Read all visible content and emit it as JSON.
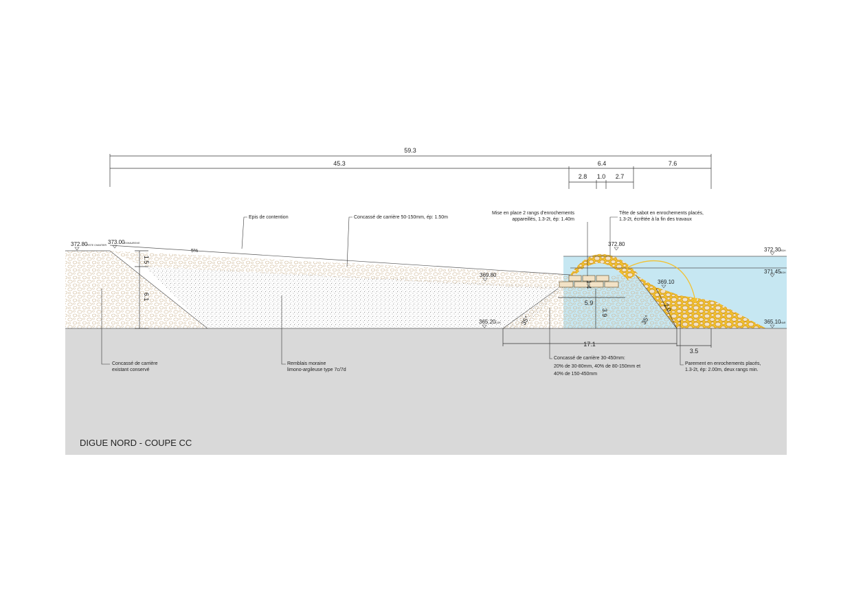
{
  "title": "DIGUE NORD - COUPE CC",
  "colors": {
    "ground": "#d9d9d9",
    "water": "#c6e7f2",
    "fill_sand": "#ead7bb",
    "moraine": "#dedede",
    "riprap": "#f3c12e",
    "rock_block": "#f2e2c6"
  },
  "dimensions": {
    "total": "59.3",
    "left": "45.3",
    "mid": "6.4",
    "right": "7.6",
    "sub1": "2.8",
    "sub2": "1.0",
    "sub3": "2.7",
    "toe_width": "17.1",
    "toe_3_5": "3.5",
    "core_5_9": "5.9",
    "core_3_9": "3.9",
    "block_1_4": "1.4",
    "left_1_5": "1.5",
    "left_6_1": "6.1",
    "face_2_0": "2.0",
    "slope_pct": "5%",
    "angle_left": "35°",
    "angle_right": "35°"
  },
  "elevations": {
    "e1_value": "372.80",
    "e1_note": "PISTE CHANTIER",
    "e2_value": "373.00",
    "e2_note": "EXHAURE/VE",
    "e3_value": "372.80",
    "e4_value": "369.80",
    "e5_value": "369.10",
    "e6_value": "365.20",
    "e6_note": "COR",
    "e7_value": "372.30",
    "e7_note": "RDH",
    "e8_value": "371.45",
    "e8_note": "BGH",
    "e9_value": "365.10",
    "e9_note": "HAR"
  },
  "labels": {
    "epis": "Epis de contention",
    "concasse_150": "Concassé de carrière 50-150mm, ép: 1.50m",
    "mise_line1": "Mise en place 2 rangs d'enrochements",
    "mise_line2": "appareillés, 1.3-2t, ép: 1.40m",
    "tete_line1": "Tête de sabot en enrochements placés,",
    "tete_line2": "1.3-2t, écrêtée à la fin des travaux",
    "conc_exist_line1": "Concassé de carrière",
    "conc_exist_line2": "existant conservé",
    "remblais_line1": "Remblais moraine",
    "remblais_line2": "limono-argileuse type 7c/7d",
    "conc450_line1": "Concassé de carrière 30-450mm:",
    "conc450_line2": "20% de 30-80mm, 40% de 80-150mm et",
    "conc450_line3": "40% de 150-450mm",
    "parement_line1": "Parement en enrochements placés,",
    "parement_line2": "1.3-2t, ép: 2.00m, deux rangs min."
  }
}
